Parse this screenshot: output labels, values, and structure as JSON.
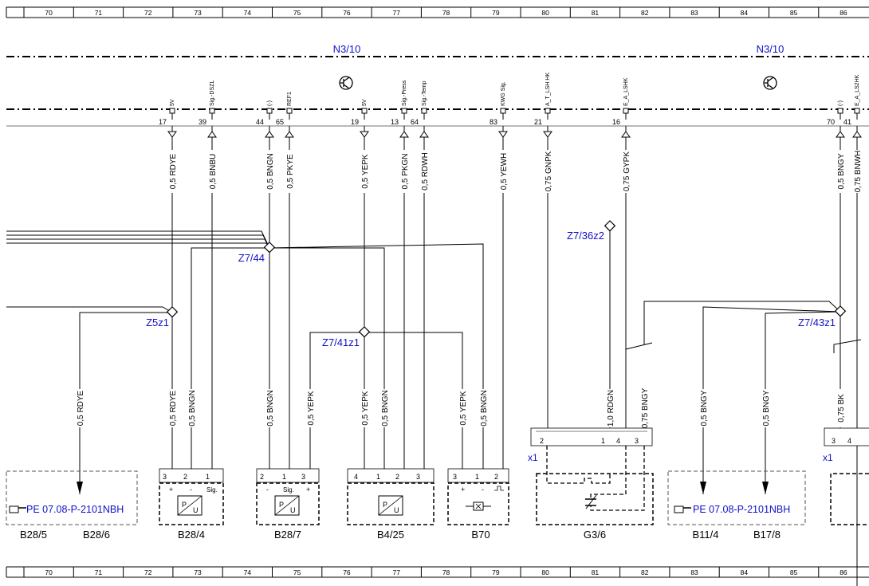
{
  "ruler": {
    "columns": [
      "70",
      "71",
      "72",
      "73",
      "74",
      "75",
      "76",
      "77",
      "78",
      "79",
      "80",
      "81",
      "82",
      "83",
      "84",
      "85",
      "86"
    ]
  },
  "ecu_labels": [
    "N3/10",
    "N3/10"
  ],
  "pins": [
    {
      "num": "17",
      "sig": "5V"
    },
    {
      "num": "39",
      "sig": "Sig.-DSZL"
    },
    {
      "num": "44",
      "sig": "(-)"
    },
    {
      "num": "65",
      "sig": "REF1"
    },
    {
      "num": "19",
      "sig": "5V"
    },
    {
      "num": "13",
      "sig": "Sig.-Press"
    },
    {
      "num": "64",
      "sig": "Sig.-Temp"
    },
    {
      "num": "83",
      "sig": "KWG Sig."
    },
    {
      "num": "21",
      "sig": "A_T_LSH HK"
    },
    {
      "num": "16",
      "sig": "E_A_LSHK"
    },
    {
      "num": "70",
      "sig": "(-)"
    },
    {
      "num": "41",
      "sig": "E_A_LS2HK"
    }
  ],
  "wires": [
    "0,5 RDYE",
    "0,5 BNBU",
    "0,5 BNGN",
    "0,5 PKYE",
    "0,5 YEPK",
    "0,5 PKGN",
    "0,5 RDWH",
    "0,5 YEWH",
    "0,75 GNPK",
    "0,75 GYPK",
    "0,5 BNGY",
    "0,75 BNWH"
  ],
  "lower_wires": [
    "0,5 RDYE",
    "0,5 RDYE",
    "0,5 BNGN",
    "0,5 BNGN",
    "0,5 YEPK",
    "0,5 YEPK",
    "0,5 BNGN",
    "0,5 YEPK",
    "0,5 BNGN",
    "1,0 RDGN",
    "0,75 BNGY",
    "0,5 BNGY",
    "0,5 BNGY",
    "0,75 BK"
  ],
  "splices": [
    "Z7/36z2",
    "Z7/44",
    "Z5z1",
    "Z7/41z1",
    "Z7/43z1"
  ],
  "connector_label": "x1",
  "references": [
    "PE 07.08-P-2101NBH",
    "PE 07.08-P-2101NBH"
  ],
  "components": [
    "B28/5",
    "B28/6",
    "B28/4",
    "B28/7",
    "B4/25",
    "B70",
    "G3/6",
    "B11/4",
    "B17/8"
  ],
  "colors": {
    "label_blue": "#1010c8",
    "line": "#000000",
    "dashed": "#555555"
  }
}
